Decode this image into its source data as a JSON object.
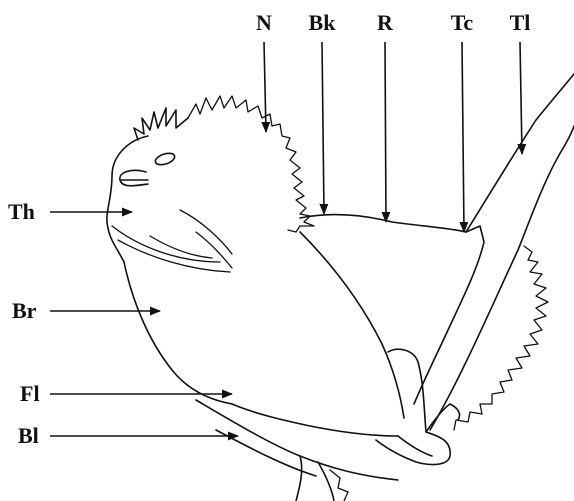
{
  "labels": {
    "top": [
      "N",
      "Bk",
      "R",
      "Tc",
      "Tl"
    ],
    "left": [
      "Th",
      "Br",
      "Fl",
      "Bl"
    ]
  }
}
